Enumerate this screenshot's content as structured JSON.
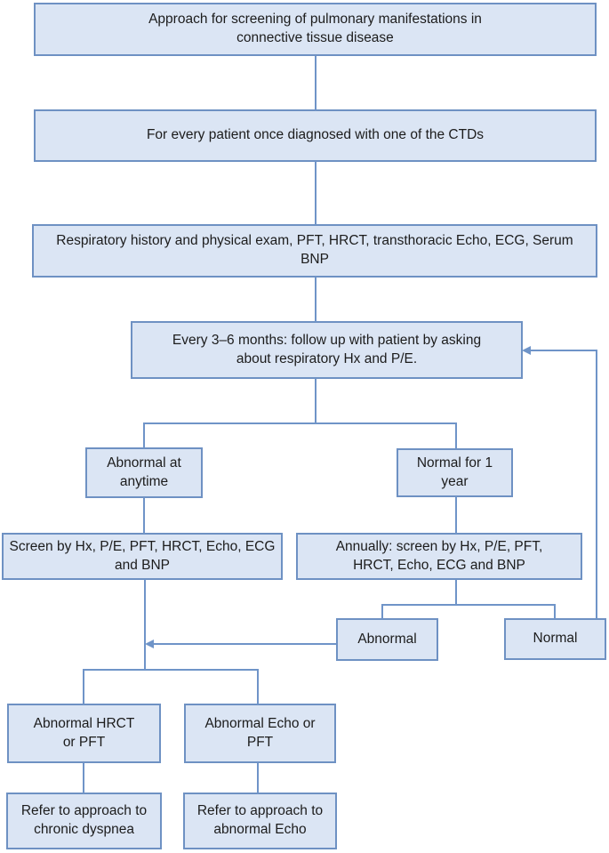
{
  "flowchart": {
    "title": "Approach for screening of pulmonary manifestations in connective tissue disease",
    "colors": {
      "box_fill": "#dbe5f4",
      "box_border": "#6e91c3",
      "line": "#6f94c8",
      "text": "#1c1c1c"
    },
    "nodes": {
      "title": "Approach for screening of pulmonary manifestations in connective tissue disease",
      "diagnosed": "For every patient once diagnosed with one of the CTDs",
      "workup": "Respiratory history and physical exam, PFT, HRCT, transthoracic Echo, ECG, Serum BNP",
      "followup": "Every 3–6 months: follow up with patient by asking about respiratory Hx and P/E.",
      "abnormal_anytime": "Abnormal at anytime",
      "normal_year": "Normal for 1 year",
      "screen_abnormal": "Screen by Hx, P/E, PFT, HRCT, Echo, ECG and BNP",
      "screen_annual": "Annually: screen by Hx, P/E, PFT, HRCT, Echo, ECG and BNP",
      "abnormal": "Abnormal",
      "normal": "Normal",
      "abnormal_hrct": "Abnormal HRCT or PFT",
      "abnormal_echo": "Abnormal Echo or PFT",
      "refer_dyspnea": "Refer to approach to chronic dyspnea",
      "refer_echo": "Refer to approach to abnormal Echo"
    }
  }
}
